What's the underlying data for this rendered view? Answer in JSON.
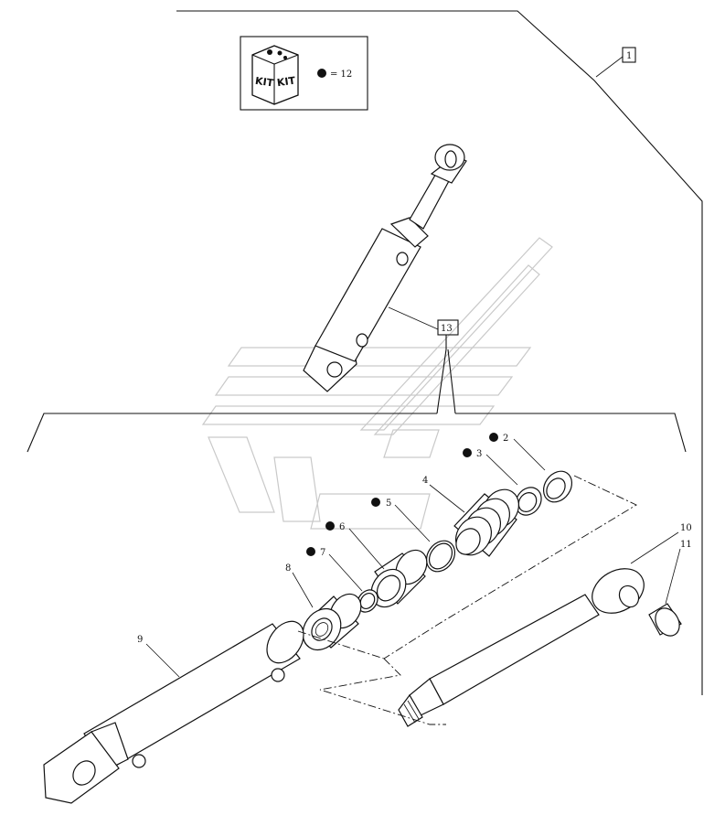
{
  "kit_box": {
    "kit_text_left": "KIT",
    "kit_text_right": "KIT",
    "legend": "= 12"
  },
  "callouts": {
    "c1": "1",
    "c2": "2",
    "c3": "3",
    "c4": "4",
    "c5": "5",
    "c6": "6",
    "c7": "7",
    "c8": "8",
    "c9": "9",
    "c10": "10",
    "c11": "11",
    "c13": "13"
  },
  "kit_marked_items": [
    "2",
    "3",
    "5",
    "6",
    "7"
  ]
}
